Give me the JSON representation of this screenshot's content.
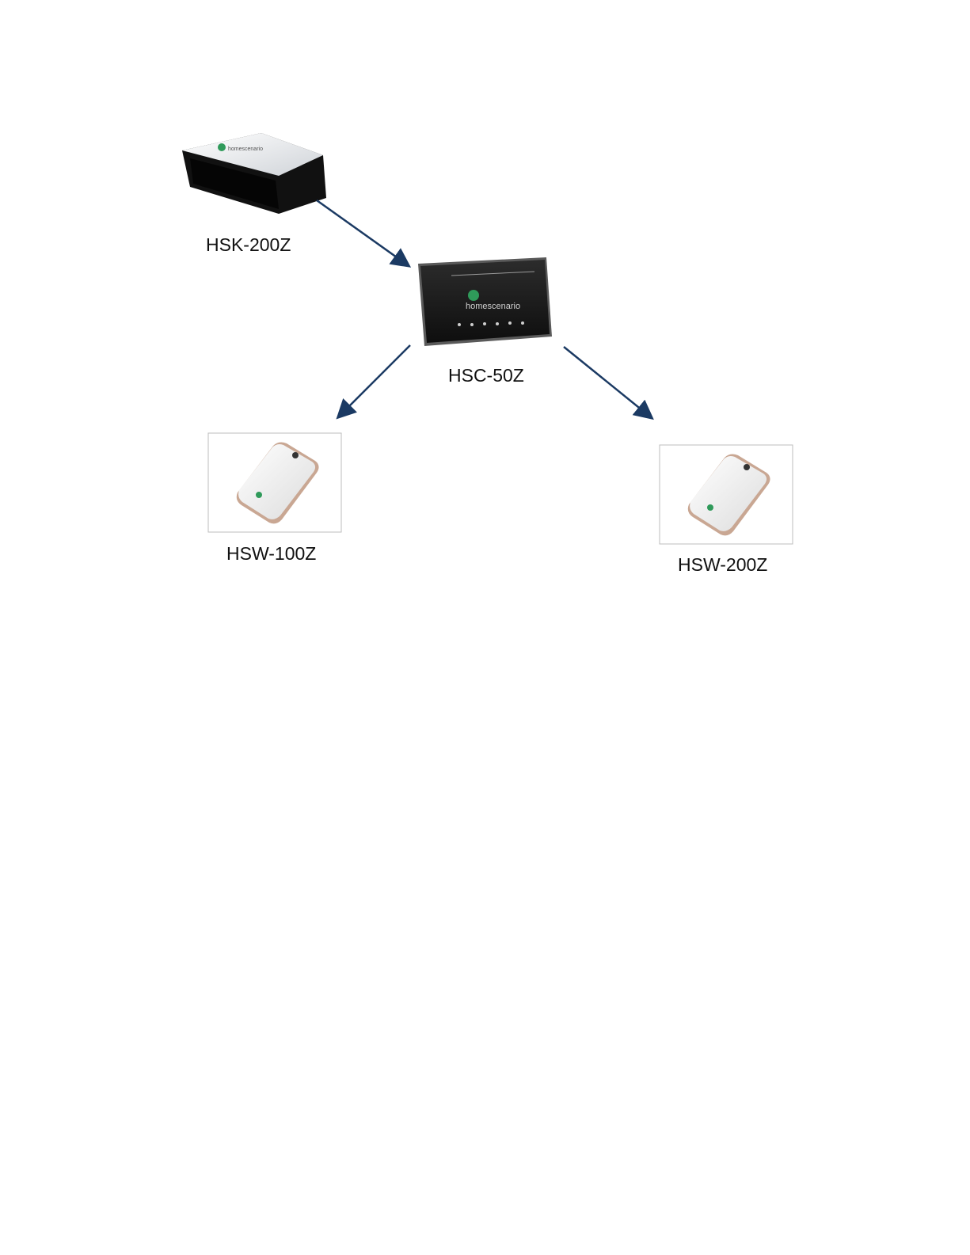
{
  "diagram": {
    "arrow_color": "#1b3a63",
    "nodes": {
      "keyfob": {
        "label": "HSK-200Z",
        "icon": "keyfob-device-icon"
      },
      "controller": {
        "label": "HSC-50Z",
        "icon": "controller-device-icon",
        "brand_text": "homescenario"
      },
      "switch_left": {
        "label": "HSW-100Z",
        "icon": "wall-switch-device-icon"
      },
      "switch_right": {
        "label": "HSW-200Z",
        "icon": "wall-switch-device-icon"
      }
    },
    "edges": [
      {
        "from": "HSK-200Z",
        "to": "HSC-50Z"
      },
      {
        "from": "HSC-50Z",
        "to": "HSW-100Z"
      },
      {
        "from": "HSC-50Z",
        "to": "HSW-200Z"
      }
    ]
  }
}
